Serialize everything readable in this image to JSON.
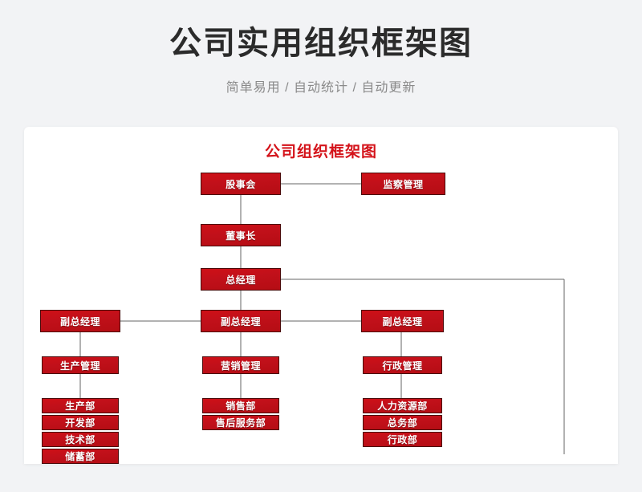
{
  "page": {
    "title": "公司实用组织框架图",
    "subtitle": "简单易用 / 自动统计 / 自动更新",
    "background_color": "#f2f3f5"
  },
  "card": {
    "chart_title": "公司组织框架图",
    "accent_color": "#d4131a",
    "node_fill": "#c1101a",
    "node_border": "#4a0b0b",
    "connector_color": "#666666"
  },
  "chart_data": {
    "type": "diagram",
    "title": "公司组织框架图",
    "nodes": [
      {
        "id": "shareholders",
        "label": "股事会",
        "level": 0,
        "column": "center"
      },
      {
        "id": "supervision",
        "label": "监察管理",
        "level": 0,
        "column": "right"
      },
      {
        "id": "chairman",
        "label": "董事长",
        "level": 1,
        "column": "center"
      },
      {
        "id": "gm",
        "label": "总经理",
        "level": 2,
        "column": "center"
      },
      {
        "id": "vgm_left",
        "label": "副总经理",
        "level": 3,
        "column": "left"
      },
      {
        "id": "vgm_center",
        "label": "副总经理",
        "level": 3,
        "column": "center"
      },
      {
        "id": "vgm_right",
        "label": "副总经理",
        "level": 3,
        "column": "right"
      },
      {
        "id": "prod_mgmt",
        "label": "生产管理",
        "level": 4,
        "column": "left"
      },
      {
        "id": "mkt_mgmt",
        "label": "营销管理",
        "level": 4,
        "column": "center"
      },
      {
        "id": "admin_mgmt",
        "label": "行政管理",
        "level": 4,
        "column": "right"
      }
    ],
    "departments": {
      "left": [
        "生产部",
        "开发部",
        "技术部",
        "储蓄部"
      ],
      "center": [
        "销售部",
        "售后服务部"
      ],
      "right": [
        "人力资源部",
        "总务部",
        "行政部"
      ]
    },
    "edges": [
      {
        "from": "shareholders",
        "to": "supervision",
        "style": "horizontal"
      },
      {
        "from": "shareholders",
        "to": "chairman",
        "style": "vertical"
      },
      {
        "from": "chairman",
        "to": "gm",
        "style": "vertical"
      },
      {
        "from": "gm",
        "to": "vgm_center",
        "style": "vertical"
      },
      {
        "from": "gm",
        "to": "far-right",
        "style": "elbow"
      },
      {
        "from": "vgm_left",
        "to": "vgm_center",
        "style": "horizontal"
      },
      {
        "from": "vgm_center",
        "to": "vgm_right",
        "style": "horizontal"
      },
      {
        "from": "vgm_left",
        "to": "prod_mgmt",
        "style": "vertical"
      },
      {
        "from": "vgm_center",
        "to": "mkt_mgmt",
        "style": "vertical"
      },
      {
        "from": "vgm_right",
        "to": "admin_mgmt",
        "style": "vertical"
      },
      {
        "from": "prod_mgmt",
        "to": "left-depts",
        "style": "vertical"
      },
      {
        "from": "mkt_mgmt",
        "to": "center-depts",
        "style": "vertical"
      },
      {
        "from": "admin_mgmt",
        "to": "right-depts",
        "style": "vertical"
      }
    ]
  }
}
